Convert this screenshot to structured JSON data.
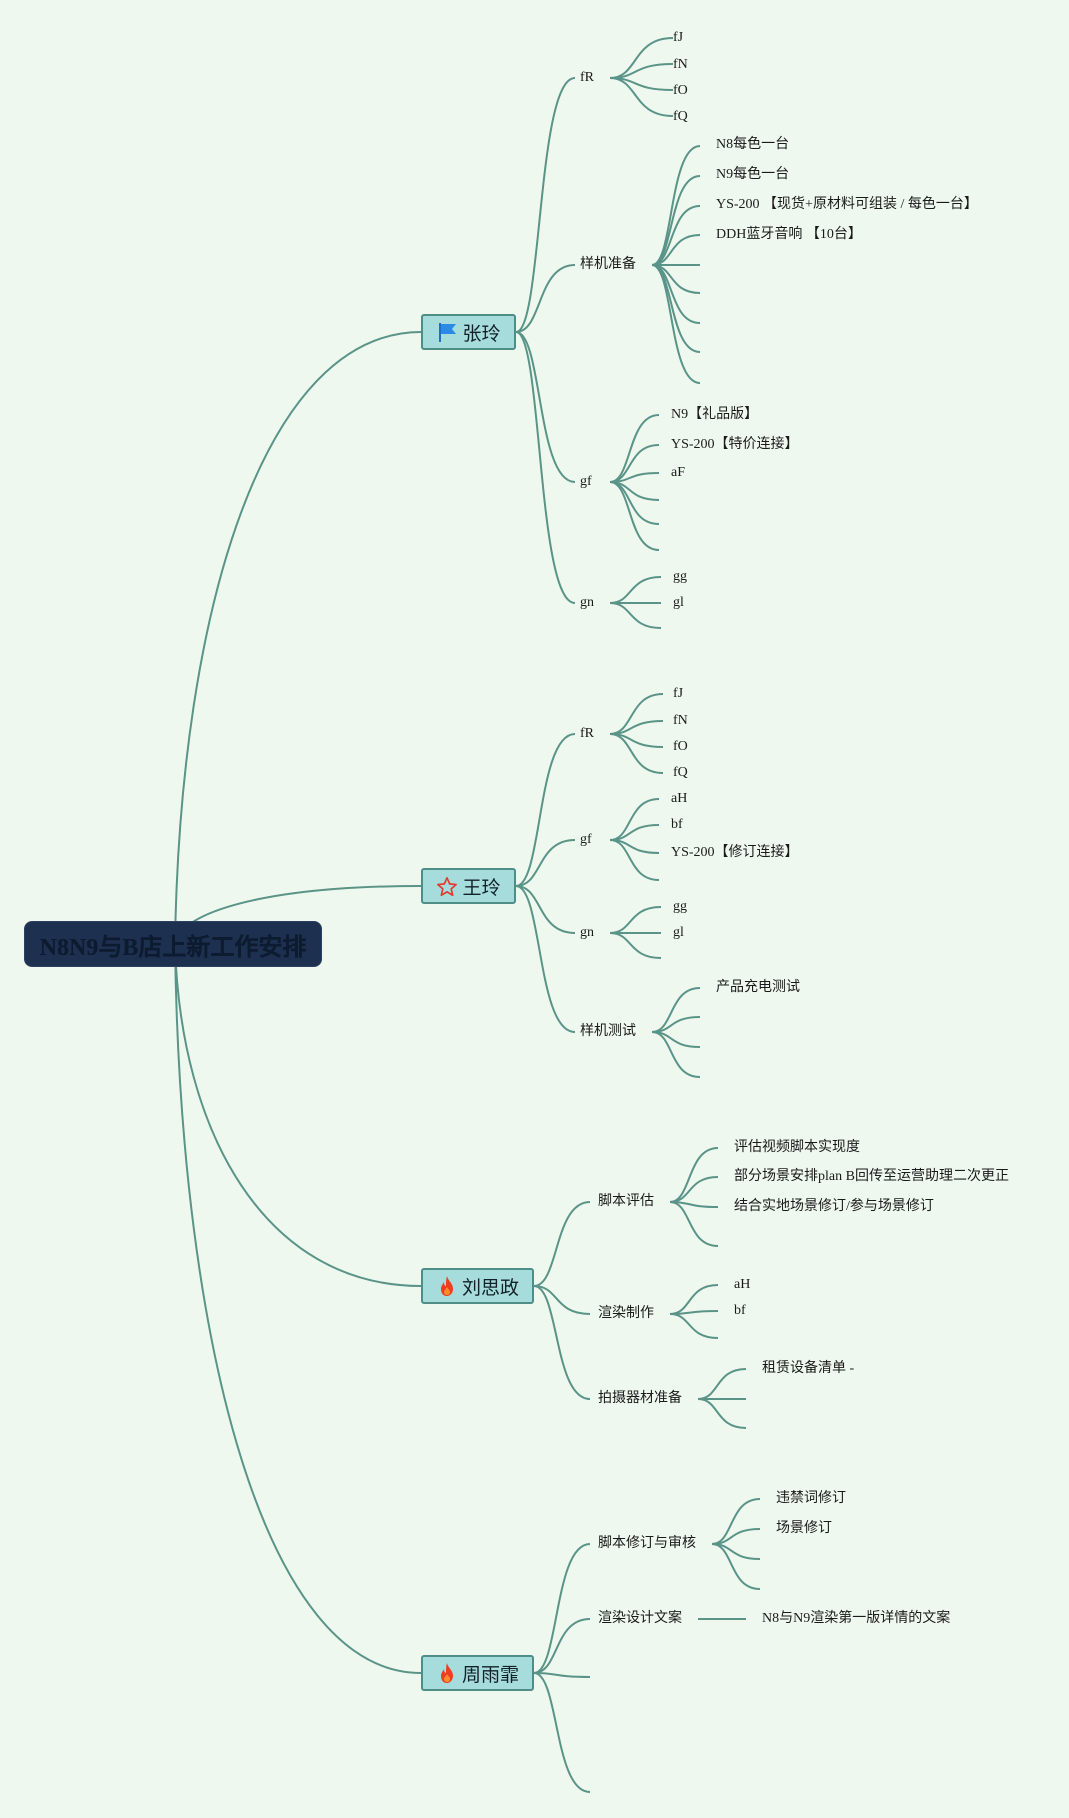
{
  "root": {
    "title": "N8N9与B店上新工作安排"
  },
  "colors": {
    "line": "#5a9488",
    "background": "#eff8ef",
    "root_bg": "#1e3050",
    "person_bg": "#a6dcdc"
  },
  "people": [
    {
      "name": "张玲",
      "icon": "blue-flag-icon",
      "branches": [
        {
          "label": "fR",
          "children": [
            "fJ",
            "fN",
            "fO",
            "fQ"
          ]
        },
        {
          "label": "样机准备",
          "children": [
            "N8每色一台",
            "N9每色一台",
            "YS-200 【现货+原材料可组装 / 每色一台】",
            "DDH蓝牙音响 【10台】",
            "",
            "",
            "",
            "",
            ""
          ]
        },
        {
          "label": "gf",
          "children": [
            "N9【礼品版】",
            "YS-200【特价连接】",
            "aF",
            "",
            "",
            ""
          ]
        },
        {
          "label": "gn",
          "children": [
            "gg",
            "gl",
            ""
          ]
        }
      ]
    },
    {
      "name": "王玲",
      "icon": "red-star-outline-icon",
      "branches": [
        {
          "label": "fR",
          "children": [
            "fJ",
            "fN",
            "fO",
            "fQ"
          ]
        },
        {
          "label": "gf",
          "children": [
            "aH",
            "bf",
            "YS-200【修订连接】",
            ""
          ]
        },
        {
          "label": "gn",
          "children": [
            "gg",
            "gl",
            ""
          ]
        },
        {
          "label": "样机测试",
          "children": [
            "产品充电测试",
            "",
            "",
            ""
          ]
        }
      ]
    },
    {
      "name": "刘思政",
      "icon": "fire-icon",
      "branches": [
        {
          "label": "脚本评估",
          "children": [
            "评估视频脚本实现度",
            "部分场景安排plan B回传至运营助理二次更正",
            "结合实地场景修订/参与场景修订",
            ""
          ]
        },
        {
          "label": "渲染制作",
          "children": [
            "aH",
            "bf",
            ""
          ]
        },
        {
          "label": "拍摄器材准备",
          "children": [
            "租赁设备清单 -",
            "",
            ""
          ]
        }
      ]
    },
    {
      "name": "周雨霏",
      "icon": "fire-icon",
      "branches": [
        {
          "label": "脚本修订与审核",
          "children": [
            "违禁词修订",
            "场景修订",
            "",
            ""
          ]
        },
        {
          "label": "渲染设计文案",
          "children": [
            "N8与N9渲染第一版详情的文案"
          ]
        },
        {
          "label": "",
          "children": []
        },
        {
          "label": "",
          "children": []
        }
      ]
    }
  ]
}
